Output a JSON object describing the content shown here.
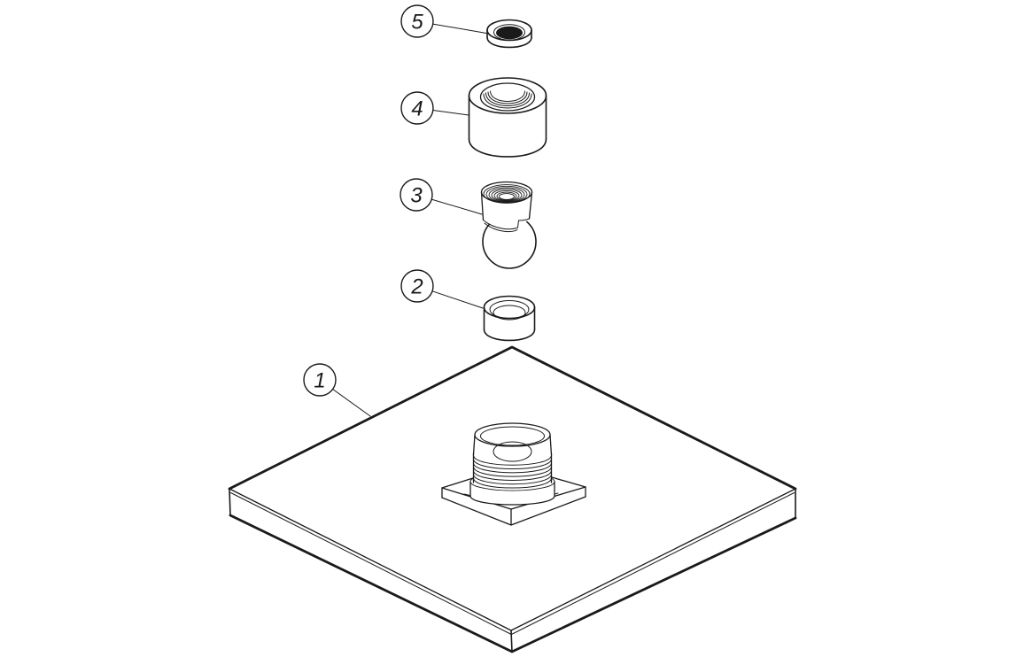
{
  "figure": {
    "type": "exploded-parts-diagram",
    "colors": {
      "line": "#1a1a1a",
      "background": "#ffffff",
      "washer_bore_fill": "#1a1a1a"
    },
    "callouts": [
      {
        "label": "5",
        "part": "seal-washer"
      },
      {
        "label": "4",
        "part": "collar-nut"
      },
      {
        "label": "3",
        "part": "ball-joint-socket"
      },
      {
        "label": "2",
        "part": "retaining-ring"
      },
      {
        "label": "1",
        "part": "square-shower-head-plate"
      }
    ]
  }
}
